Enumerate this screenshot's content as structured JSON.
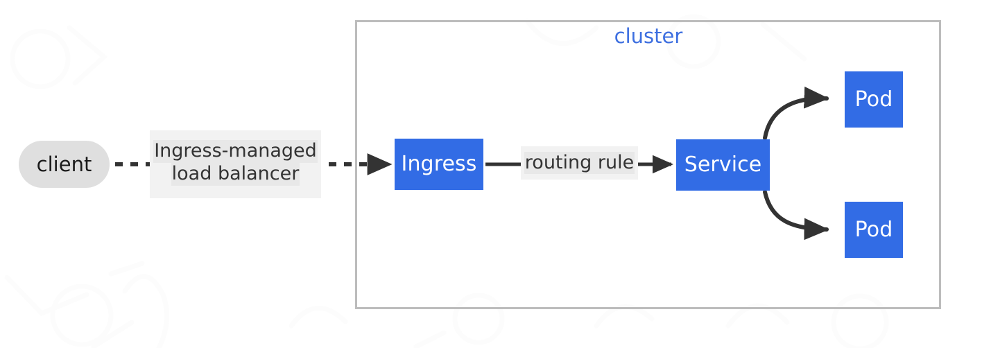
{
  "diagram": {
    "type": "kubernetes-ingress-flow",
    "title": "",
    "colors": {
      "node_blue": "#326ce5",
      "node_blue_text": "#ffffff",
      "client_fill": "#dfdfdf",
      "client_text": "#1a1a1a",
      "cluster_border": "#bcbcbc",
      "cluster_label": "#3d6fe0",
      "edge_stroke": "#333333",
      "edge_label_bg": "#f2f2f2",
      "edge_label_text_bg": "#e8e8e8",
      "canvas_bg": "#ffffff"
    },
    "cluster": {
      "label": "cluster"
    },
    "nodes": [
      {
        "id": "client",
        "label": "client",
        "shape": "rounded-rect",
        "fill": "#dfdfdf"
      },
      {
        "id": "ingress",
        "label": "Ingress",
        "shape": "rect",
        "fill": "#326ce5"
      },
      {
        "id": "service",
        "label": "Service",
        "shape": "rect",
        "fill": "#326ce5"
      },
      {
        "id": "pod-top",
        "label": "Pod",
        "shape": "rect",
        "fill": "#326ce5"
      },
      {
        "id": "pod-bottom",
        "label": "Pod",
        "shape": "rect",
        "fill": "#326ce5"
      }
    ],
    "edges": [
      {
        "id": "client-to-ingress",
        "from": "client",
        "to": "ingress",
        "style": "dotted",
        "arrow": "filled-triangle",
        "label_line1": "Ingress-managed",
        "label_line2": "load balancer"
      },
      {
        "id": "ingress-to-service",
        "from": "ingress",
        "to": "service",
        "style": "solid",
        "arrow": "filled-triangle",
        "label_line1": "routing rule",
        "label_line2": ""
      },
      {
        "id": "service-to-pod-top",
        "from": "service",
        "to": "pod-top",
        "style": "solid-curved",
        "arrow": "filled-triangle",
        "label_line1": "",
        "label_line2": ""
      },
      {
        "id": "service-to-pod-bottom",
        "from": "service",
        "to": "pod-bottom",
        "style": "solid-curved",
        "arrow": "filled-triangle",
        "label_line1": "",
        "label_line2": ""
      }
    ]
  }
}
